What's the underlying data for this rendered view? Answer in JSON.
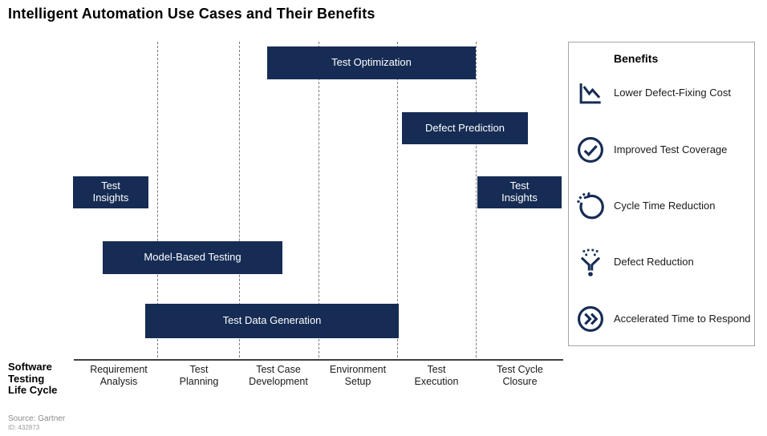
{
  "title": "Intelligent Automation Use Cases and Their Benefits",
  "colors": {
    "bar_fill": "#162c54",
    "bar_text": "#ffffff",
    "icon_stroke": "#162c54",
    "divider": "#7d7d7d",
    "panel_border": "#a6a6a6"
  },
  "axis": {
    "label": "Software\nTesting\nLife Cycle",
    "stages": [
      "Requirement\nAnalysis",
      "Test\nPlanning",
      "Test Case\nDevelopment",
      "Environment\nSetup",
      "Test\nExecution",
      "Test Cycle\nClosure"
    ]
  },
  "chart_data": {
    "type": "bar",
    "subtype": "gantt-span",
    "title": "Intelligent Automation Use Cases and Their Benefits",
    "xlabel": "Software Testing Life Cycle",
    "categories": [
      "Requirement Analysis",
      "Test Planning",
      "Test Case Development",
      "Environment Setup",
      "Test Execution",
      "Test Cycle Closure"
    ],
    "xlim_stage_units": [
      0,
      6
    ],
    "grid": "dashed-vertical-stage-dividers",
    "legend_position": "right",
    "series": [
      {
        "name": "Test Optimization",
        "row": 1,
        "start_stage": 2.4,
        "end_stage": 5.0
      },
      {
        "name": "Defect Prediction",
        "row": 2,
        "start_stage": 4.1,
        "end_stage": 5.65
      },
      {
        "name": "Test Insights",
        "row": 3,
        "start_stage": 0.0,
        "end_stage": 0.95
      },
      {
        "name": "Test Insights",
        "row": 3,
        "start_stage": 5.05,
        "end_stage": 6.0
      },
      {
        "name": "Model-Based Testing",
        "row": 4,
        "start_stage": 0.35,
        "end_stage": 2.6
      },
      {
        "name": "Test Data Generation",
        "row": 5,
        "start_stage": 0.9,
        "end_stage": 4.05
      }
    ]
  },
  "benefits": {
    "header": "Benefits",
    "items": [
      {
        "icon": "declining-line-chart-icon",
        "label": "Lower Defect-Fixing Cost"
      },
      {
        "icon": "check-circle-icon",
        "label": "Improved Test Coverage"
      },
      {
        "icon": "cycle-arrow-icon",
        "label": "Cycle Time Reduction"
      },
      {
        "icon": "funnel-icon",
        "label": "Defect Reduction"
      },
      {
        "icon": "fast-forward-circle-icon",
        "label": "Accelerated Time to Respond"
      }
    ]
  },
  "source": {
    "line1": "Source: Gartner",
    "line2": "ID: 432873"
  }
}
